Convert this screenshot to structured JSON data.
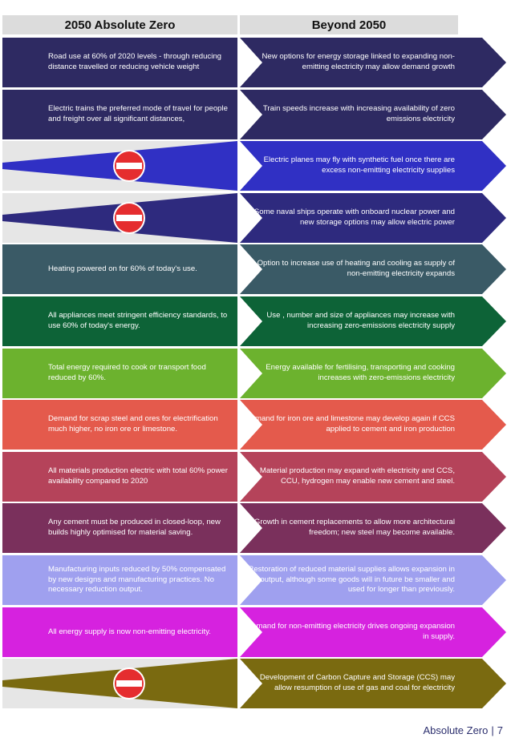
{
  "header": {
    "left_title": "2050 Absolute Zero",
    "right_title": "Beyond 2050"
  },
  "rows": [
    {
      "color": "#2e2a62",
      "left": "Road use at 60% of 2020 levels - through reducing distance travelled or reducing vehicle weight",
      "right": "New options for energy storage linked to expanding non-emitting electricity may allow demand growth",
      "blocked": false
    },
    {
      "color": "#2e2a62",
      "left": "Electric trains the preferred mode of travel for people and freight over all significant distances,",
      "right": "Train speeds increase with increasing availability of zero emissions electricity",
      "blocked": false
    },
    {
      "color": "#3030c4",
      "left": "",
      "right": "Electric planes may fly with synthetic fuel once there are excess non-emitting electricity supplies",
      "blocked": true,
      "icon": "no-entry-icon"
    },
    {
      "color": "#2e2a7e",
      "left": "",
      "right": "Some naval ships operate with onboard nuclear power and new storage options may allow electric power",
      "blocked": true,
      "icon": "no-entry-icon"
    },
    {
      "color": "#3a5a66",
      "left": "Heating powered on for 60% of today's use.",
      "right": "Option to increase use of heating and cooling as supply of non-emitting electricity expands",
      "blocked": false
    },
    {
      "color": "#0d6337",
      "left": "All appliances meet stringent efficiency standards, to use 60% of today's energy.",
      "right": "Use , number and size of appliances may increase with increasing zero-emissions electricity supply",
      "blocked": false
    },
    {
      "color": "#6cb22e",
      "left": "Total energy required to cook or transport food reduced by 60%.",
      "right": "Energy available for fertilising, transporting and cooking increases with zero-emissions electricity",
      "blocked": false
    },
    {
      "color": "#e45a4c",
      "left": "Demand for scrap steel and ores for electrification much higher, no iron ore or limestone.",
      "right": "Demand for iron ore and limestone may develop again if CCS applied to cement and iron production",
      "blocked": false
    },
    {
      "color": "#b5435a",
      "left": "All materials production electric with total 60% power availability compared to 2020",
      "right": "Material production may expand with electricity and CCS, CCU, hydrogen may enable new cement and steel.",
      "blocked": false
    },
    {
      "color": "#7a305c",
      "left": "Any cement must be produced in closed-loop, new builds highly optimised for material saving.",
      "right": "Growth in cement replacements to allow more architectural freedom; new steel may become available.",
      "blocked": false
    },
    {
      "color": "#9fa0ef",
      "left": "Manufacturing inputs reduced by 50% compensated by new designs and manufacturing practices. No necessary reduction output.",
      "right": "Restoration of reduced material supplies allows expansion in output, although some goods will in future be smaller and used for longer than previously.",
      "blocked": false
    },
    {
      "color": "#d622df",
      "left": "All energy supply is now non-emitting electricity.",
      "right": "Demand for non-emitting electricity drives ongoing expansion in supply.",
      "blocked": false
    },
    {
      "color": "#7a6a10",
      "left": "",
      "right": "Development of Carbon Capture and Storage (CCS) may allow resumption of use of gas and coal for electricity",
      "blocked": true,
      "icon": "no-entry-icon"
    }
  ],
  "footer": {
    "title": "Absolute Zero",
    "separator": "|",
    "page": "7"
  },
  "colors": {
    "header_bg": "#dcdcdc",
    "blocked_left_bg": "#e6e6e6",
    "no_entry_red": "#e52d2f",
    "footer_text": "#2c2f6e"
  }
}
